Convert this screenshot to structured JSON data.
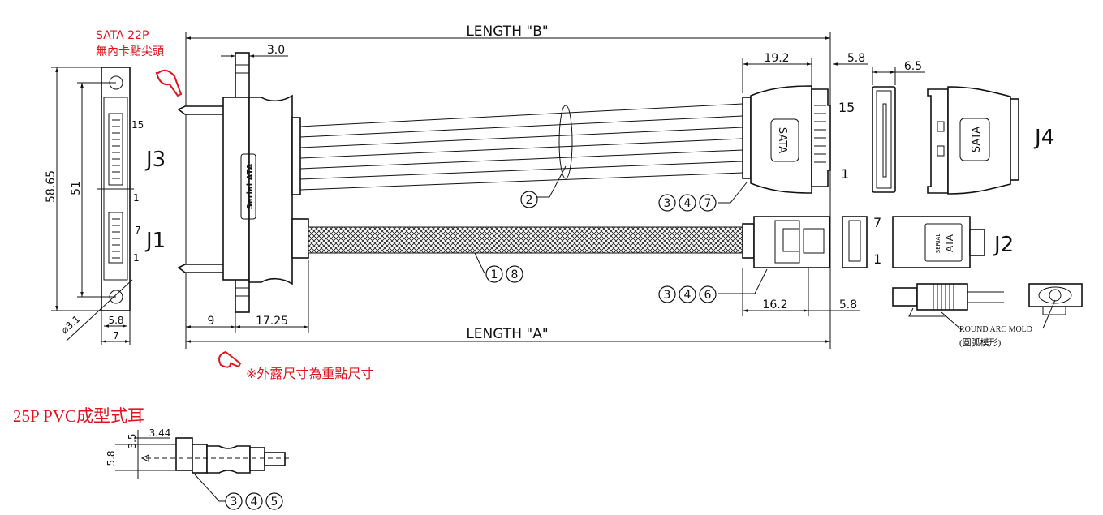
{
  "notes": {
    "sata22p": "SATA 22P",
    "no_latch": "無內卡點尖頭",
    "exposed_dims": "※外露尺寸為重點尺寸",
    "pvc_ear": "25P PVC成型式耳",
    "round_arc_en": "ROUND ARC MOLD",
    "round_arc_zh": "(圓弧模形)"
  },
  "dimensions": {
    "length_b": "LENGTH \"B\"",
    "length_a": "LENGTH \"A\"",
    "d3_0": "3.0",
    "d58_65": "58.65",
    "d51": "51",
    "d5_8_left": "5.8",
    "d7": "7",
    "hole": "⌀3.1",
    "d9": "9",
    "d17_25": "17.25",
    "d19_2": "19.2",
    "d5_8_top": "5.8",
    "d6_5": "6.5",
    "d16_2": "16.2",
    "d5_8_bottom": "5.8",
    "d3_44": "3.44",
    "d3_5": "3.5",
    "d5_8_ear": "5.8"
  },
  "labels": {
    "j1": "J1",
    "j2": "J2",
    "j3": "J3",
    "j4": "J4",
    "serial_ata": "Serial  ATA",
    "sata": "SATA",
    "serial": "SERIAL",
    "ata": "ATA",
    "pin15": "15",
    "pin1a": "1",
    "pin7": "7",
    "pin1b": "1",
    "j4_pin15": "15",
    "j4_pin1": "1",
    "j2_pin7": "7",
    "j2_pin1": "1"
  },
  "balloons": {
    "cable_flat": [
      "2"
    ],
    "j4_parts": [
      "3",
      "4",
      "7"
    ],
    "cable_round": [
      "1",
      "8"
    ],
    "j2_parts": [
      "3",
      "4",
      "6"
    ],
    "ear_parts": [
      "3",
      "4",
      "5"
    ]
  },
  "colors": {
    "annotation": "#e0141e",
    "line": "#111111"
  }
}
